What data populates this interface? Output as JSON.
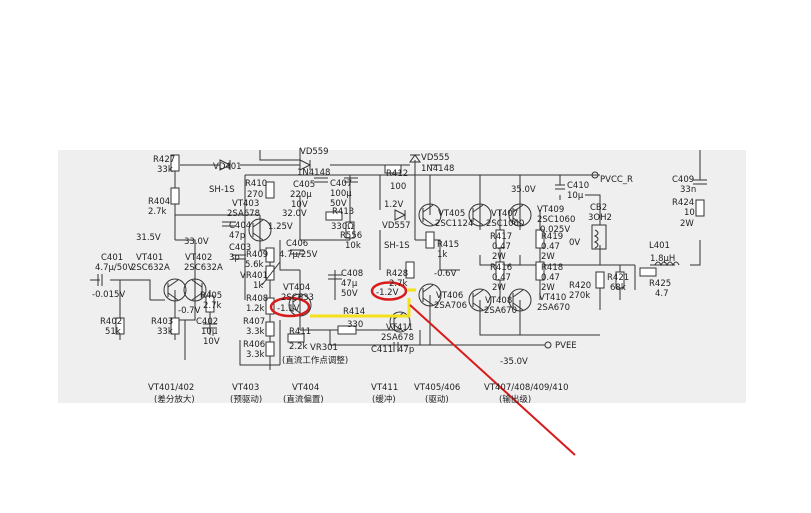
{
  "labels": {
    "r427": "R427",
    "r427v": "33k",
    "vd401": "VD401",
    "vd401t": "SH-1S",
    "r410": "R410",
    "r410v": "270",
    "c405": "C405",
    "c405v1": "220μ",
    "c405v2": "10V",
    "c407": "C407",
    "c407v1": "100μ",
    "c407v2": "50V",
    "vd559": "VD559",
    "vd559t": "1N4148",
    "vd555": "VD555",
    "vd555t": "1N4148",
    "r412": "R412",
    "r412v": "100",
    "pvcc": "PVCC_R",
    "v35": "35.0V",
    "c410": "C410",
    "c410v": "10μ",
    "c409": "C409",
    "c409v": "33n",
    "r424": "R424",
    "r424v1": "10",
    "r424v2": "2W",
    "r404": "R404",
    "r404v": "2.7k",
    "vt403": "VT403",
    "vt403t": "2SA678",
    "v32": "32.0V",
    "r413": "R413",
    "r413v": "330Ω",
    "v12": "1.2V",
    "vt405": "VT405",
    "vt405t": "2SC1124",
    "vt407": "VT407",
    "vt407t": "2SC1060",
    "vt409": "VT409",
    "vt409t": "2SC1060",
    "v0025": "0.025V",
    "cb2": "CB2",
    "cb2t": "3OH2",
    "c404": "C404",
    "c404v": "47p",
    "v125": "1.25V",
    "vd557": "VD557",
    "vd557t": "SH-1S",
    "v315": "31.5V",
    "v330": "33.0V",
    "c403": "C403",
    "c403v": "3p",
    "c406": "C406",
    "c406v": "4.7μ/25V",
    "r556": "R556",
    "r556v": "10k",
    "r415": "R415",
    "r415v": "1k",
    "r417": "R417",
    "r417v1": "0.47",
    "r417v2": "2W",
    "r419": "R419",
    "r419v1": "0.47",
    "r419v2": "2W",
    "v0": "0V",
    "l401": "L401",
    "l401v": "1.8μH",
    "c401": "C401",
    "c401v": "4.7μ/50V",
    "vt401": "VT401",
    "vt401t": "2SC632A",
    "vt402": "VT402",
    "vt402t": "2SC632A",
    "r409": "R409",
    "r409v": "5.6k",
    "vr401": "VR401",
    "vr401v": "1k",
    "c408": "C408",
    "c408v1": "47μ",
    "c408v2": "50V",
    "r428": "R428",
    "r428v": "2.7k",
    "v06": "-0.6V",
    "r416": "R416",
    "r416v1": "0.47",
    "r416v2": "2W",
    "r418": "R418",
    "r418v1": "0.47",
    "r418v2": "2W",
    "r420": "R420",
    "r420v": "270k",
    "r421": "R421",
    "r421v": "68k",
    "r425": "R425",
    "r425v": "4.7",
    "v0015": "-0.015V",
    "v07": "-0.7V",
    "r405": "R405",
    "r405v": "2.7k",
    "vt404": "VT404",
    "vt404t": "2SC633",
    "vt406": "VT406",
    "vt406t": "2SA706",
    "vt408": "VT408",
    "vt408t": "2SA670",
    "vt410": "VT410",
    "vt410t": "2SA670",
    "r408": "R408",
    "r408v": "1.2k",
    "v11": "-1.1V",
    "v12n": "-1.2V",
    "r414": "R414",
    "r414v": "330",
    "vt411": "VT411",
    "vt411t": "2SA678",
    "r402": "R402",
    "r402v": "51k",
    "r403": "R403",
    "r403v": "33k",
    "c402": "C402",
    "c402v1": "10μ",
    "c402v2": "10V",
    "r407": "R407",
    "r407v": "3.3k",
    "r411": "R411",
    "r411v": "2.2k",
    "vr301": "VR301",
    "c411": "C411",
    "c411v": "47p",
    "pvee": "PVEE",
    "v35n": "-35.0V",
    "r406": "R406",
    "r406v": "3.3k",
    "tuning": "(直流工作点调整)"
  },
  "sections": {
    "s1": "VT401/402",
    "s1d": "(差分放大)",
    "s2": "VT403",
    "s2d": "(预驱动)",
    "s3": "VT404",
    "s3d": "(直流偏置)",
    "s4": "VT411",
    "s4d": "(缓冲)",
    "s5": "VT405/406",
    "s5d": "(驱动)",
    "s6": "VT407/408/409/410",
    "s6d": "(输出级)"
  },
  "colors": {
    "annotation": "#d81b1b",
    "highlight": "#f3e21b",
    "ink": "#222222"
  }
}
